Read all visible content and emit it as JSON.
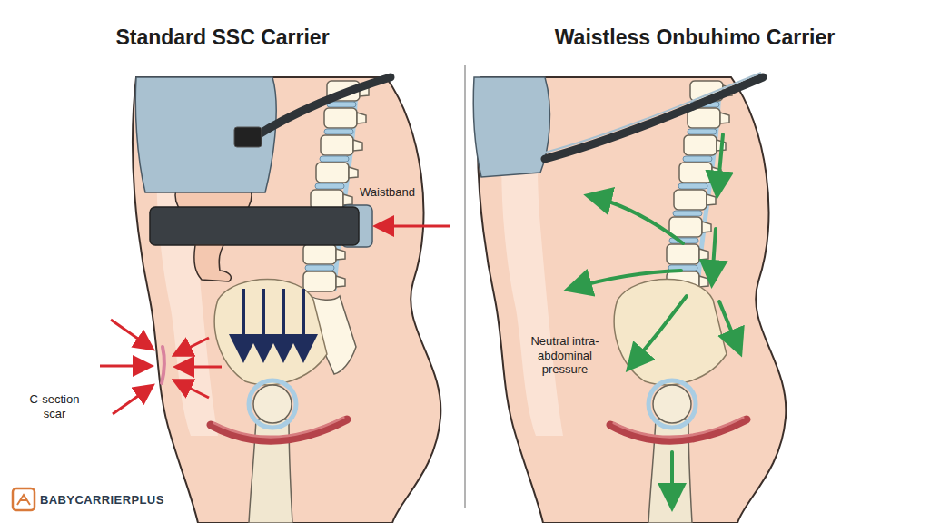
{
  "diagram": {
    "labels": [
      "Standard SSC Carrier",
      "Waistless Onbuhimo Carrier",
      "Waistband",
      "C-section scar",
      "Neutral intra-abdominal pressure",
      "BABYCARRIERPLUS"
    ]
  }
}
